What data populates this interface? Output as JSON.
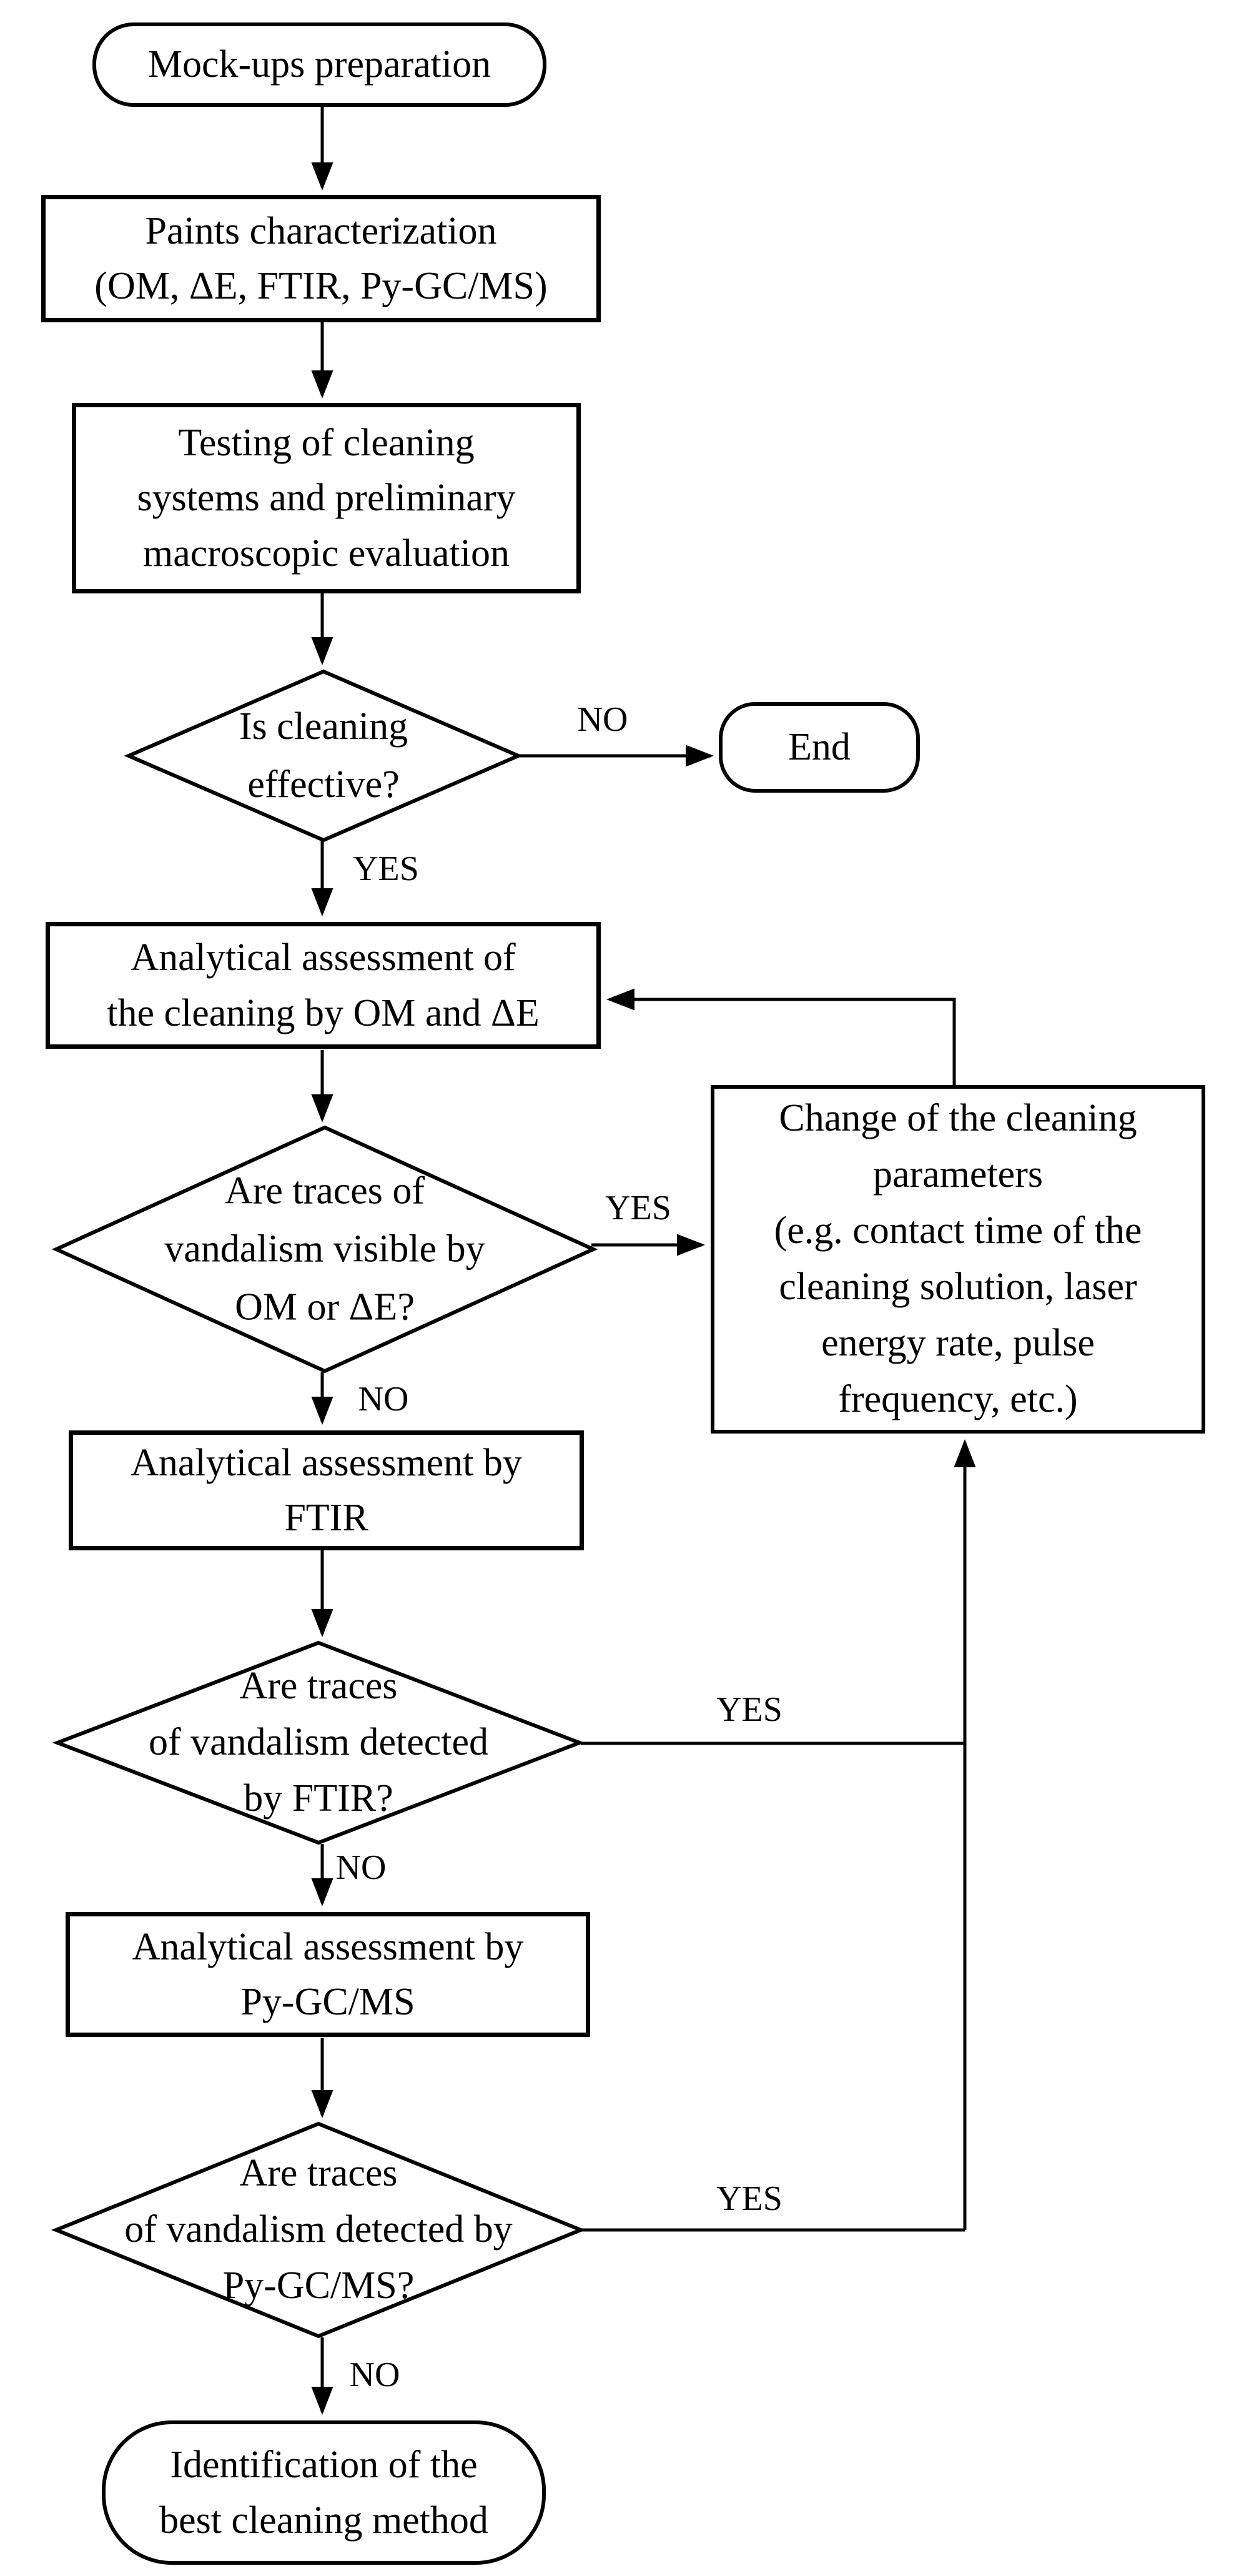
{
  "figure": {
    "type": "flowchart",
    "background": "#ffffff",
    "ink_color": "#000000"
  },
  "nodes": {
    "start": {
      "label": "Mock-ups preparation"
    },
    "paints": {
      "lines": [
        "Paints characterization",
        "(OM, ΔE, FTIR, Py-GC/MS)"
      ]
    },
    "testing": {
      "lines": [
        "Testing of cleaning",
        "systems and preliminary",
        "macroscopic evaluation"
      ]
    },
    "decision_cleaning_effective": {
      "lines": [
        "Is cleaning",
        "effective?"
      ]
    },
    "end": {
      "label": "End"
    },
    "om_assessment": {
      "lines": [
        "Analytical assessment of",
        "the cleaning by OM and ΔE"
      ]
    },
    "change_parameters": {
      "lines": [
        "Change of the cleaning",
        "parameters",
        "(e.g. contact time of the",
        "cleaning solution, laser",
        "energy rate, pulse",
        "frequency, etc.)"
      ]
    },
    "decision_traces_om": {
      "lines": [
        "Are traces of",
        "vandalism visible by",
        "OM or ΔE?"
      ]
    },
    "ftir_assessment": {
      "lines": [
        "Analytical assessment by",
        "FTIR"
      ]
    },
    "decision_traces_ftir": {
      "lines": [
        "Are traces",
        "of vandalism detected",
        "by FTIR?"
      ]
    },
    "py_assessment": {
      "lines": [
        "Analytical assessment by",
        "Py-GC/MS"
      ]
    },
    "decision_traces_py": {
      "lines": [
        "Are traces",
        "of vandalism detected by",
        "Py-GC/MS?"
      ]
    },
    "final": {
      "lines": [
        "Identification of the",
        "best cleaning method"
      ]
    }
  },
  "edge_labels": {
    "no_cleaning_effective": "NO",
    "yes_cleaning_effective": "YES",
    "yes_traces_om": "YES",
    "no_traces_om": "NO",
    "yes_traces_ftir": "YES",
    "no_traces_ftir": "NO",
    "yes_traces_py": "YES",
    "no_traces_py": "NO"
  }
}
